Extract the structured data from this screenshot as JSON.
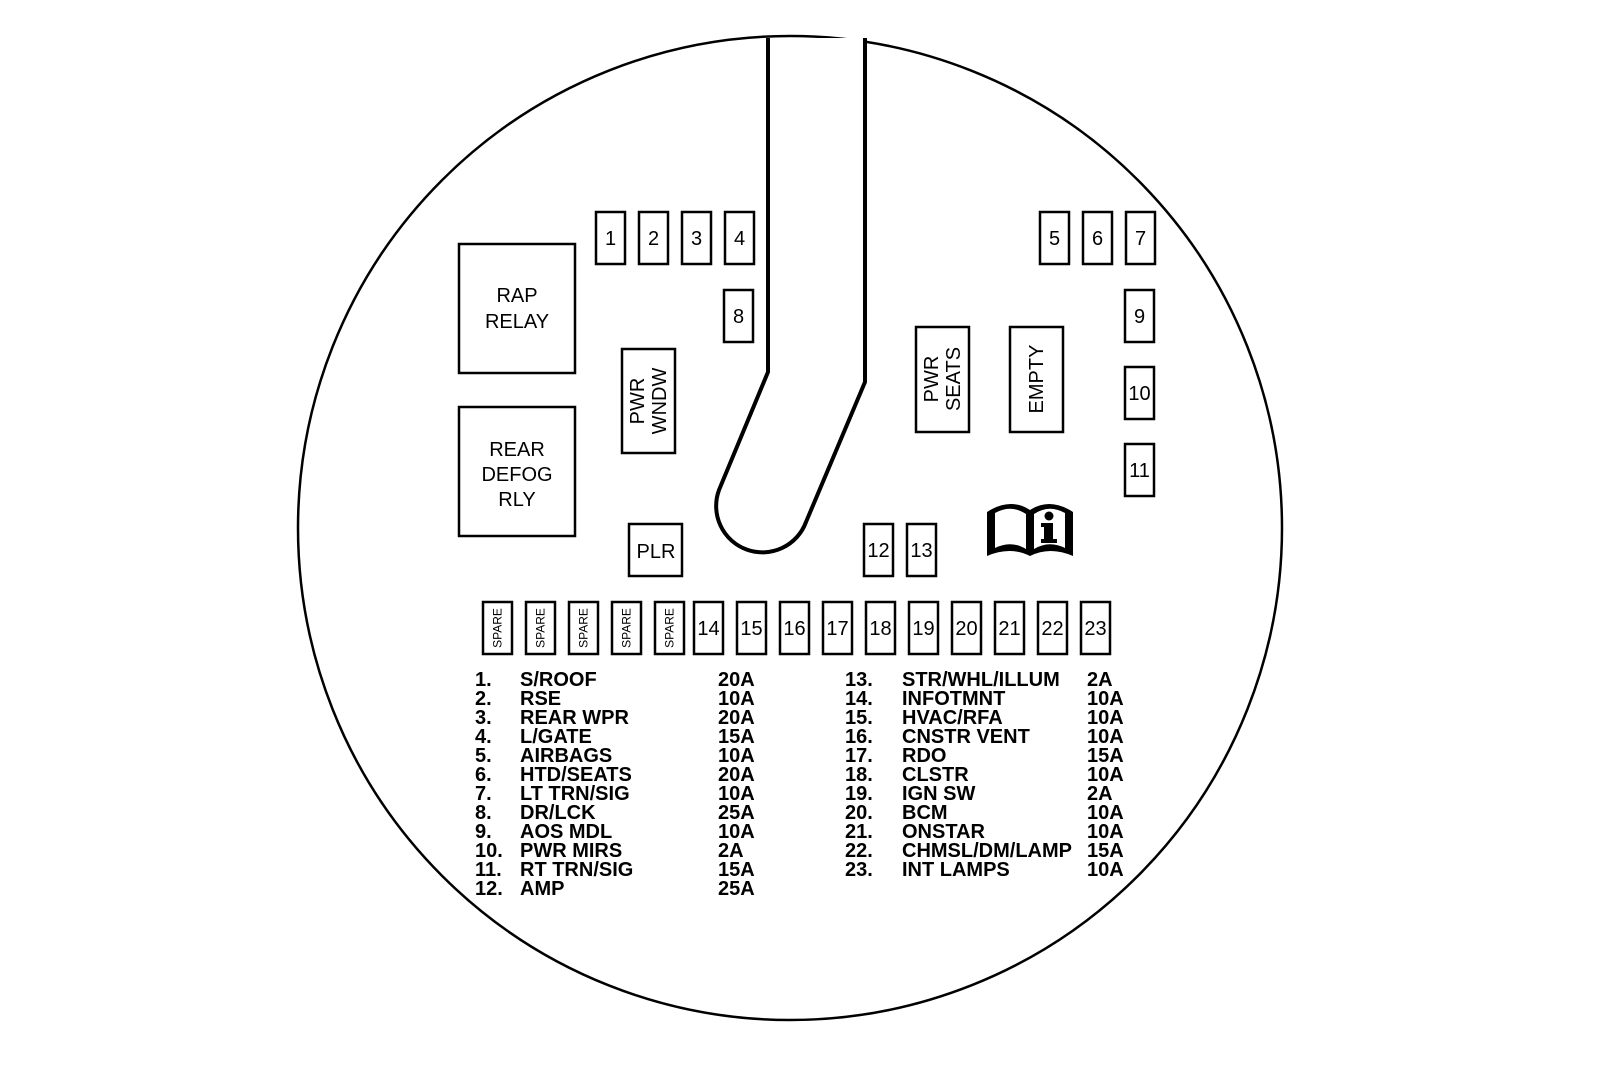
{
  "relays": {
    "rap": [
      "RAP",
      "RELAY"
    ],
    "rear_defog": [
      "REAR",
      "DEFOG",
      "RLY"
    ],
    "pwr_wndw": [
      "PWR",
      "WNDW"
    ],
    "pwr_seats": [
      "PWR",
      "SEATS"
    ],
    "empty": [
      "EMPTY"
    ],
    "plr": [
      "PLR"
    ]
  },
  "fuses": {
    "top_left": [
      "1",
      "2",
      "3",
      "4"
    ],
    "f8": "8",
    "top_right": [
      "5",
      "6",
      "7"
    ],
    "right_column": [
      "9",
      "10",
      "11"
    ],
    "middle": [
      "12",
      "13"
    ],
    "spare_label": "SPARE",
    "spare_count": 5,
    "bottom_row": [
      "14",
      "15",
      "16",
      "17",
      "18",
      "19",
      "20",
      "21",
      "22",
      "23"
    ]
  },
  "icons": {
    "manual": "info-manual-icon"
  },
  "legend": {
    "left": [
      {
        "num": "1.",
        "name": "S/ROOF",
        "amp": "20A"
      },
      {
        "num": "2.",
        "name": "RSE",
        "amp": "10A"
      },
      {
        "num": "3.",
        "name": "REAR WPR",
        "amp": "20A"
      },
      {
        "num": "4.",
        "name": "L/GATE",
        "amp": "15A"
      },
      {
        "num": "5.",
        "name": "AIRBAGS",
        "amp": "10A"
      },
      {
        "num": "6.",
        "name": "HTD/SEATS",
        "amp": "20A"
      },
      {
        "num": "7.",
        "name": "LT TRN/SIG",
        "amp": "10A"
      },
      {
        "num": "8.",
        "name": "DR/LCK",
        "amp": "25A"
      },
      {
        "num": "9.",
        "name": "AOS MDL",
        "amp": "10A"
      },
      {
        "num": "10.",
        "name": "PWR MIRS",
        "amp": "2A"
      },
      {
        "num": "11.",
        "name": "RT TRN/SIG",
        "amp": "15A"
      },
      {
        "num": "12.",
        "name": "AMP",
        "amp": "25A"
      }
    ],
    "right": [
      {
        "num": "13.",
        "name": "STR/WHL/ILLUM",
        "amp": "2A"
      },
      {
        "num": "14.",
        "name": "INFOTMNT",
        "amp": "10A"
      },
      {
        "num": "15.",
        "name": "HVAC/RFA",
        "amp": "10A"
      },
      {
        "num": "16.",
        "name": "CNSTR VENT",
        "amp": "10A"
      },
      {
        "num": "17.",
        "name": "RDO",
        "amp": "15A"
      },
      {
        "num": "18.",
        "name": "CLSTR",
        "amp": "10A"
      },
      {
        "num": "19.",
        "name": "IGN SW",
        "amp": "2A"
      },
      {
        "num": "20.",
        "name": "BCM",
        "amp": "10A"
      },
      {
        "num": "21.",
        "name": "ONSTAR",
        "amp": "10A"
      },
      {
        "num": "22.",
        "name": "CHMSL/DM/LAMP",
        "amp": "15A"
      },
      {
        "num": "23.",
        "name": "INT LAMPS",
        "amp": "10A"
      }
    ]
  }
}
